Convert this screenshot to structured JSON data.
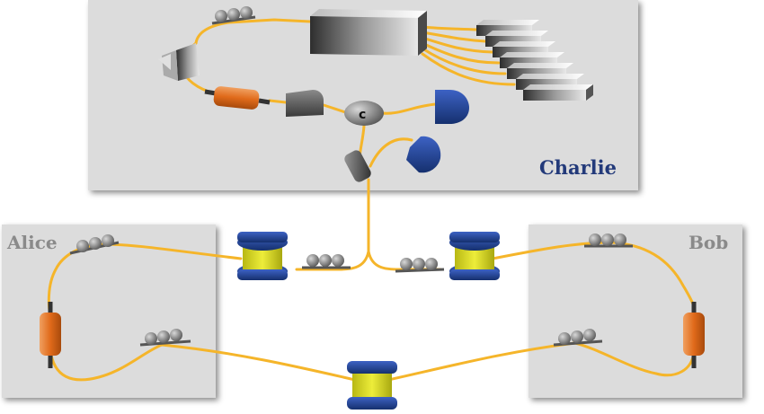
{
  "labels": {
    "charlie": "Charlie",
    "alice": "Alice",
    "bob": "Bob"
  },
  "colors": {
    "panel": "#dcdcdc",
    "fiber": "#f5b52a",
    "charlie_label": "#233a7a",
    "party_label": "#8a8a8a",
    "detector": "#1f3f8f",
    "fiber_spool_flange": "#1f3a86",
    "fiber_spool_core": "#d6d61c",
    "polarizer": "#e06a1a"
  },
  "icons": {
    "circulator": "c-circulator-icon",
    "detector": "single-photon-detector-icon",
    "spool": "fiber-spool-icon",
    "paddles": "polarization-controller-icon",
    "modulator": "phase-modulator-icon"
  }
}
